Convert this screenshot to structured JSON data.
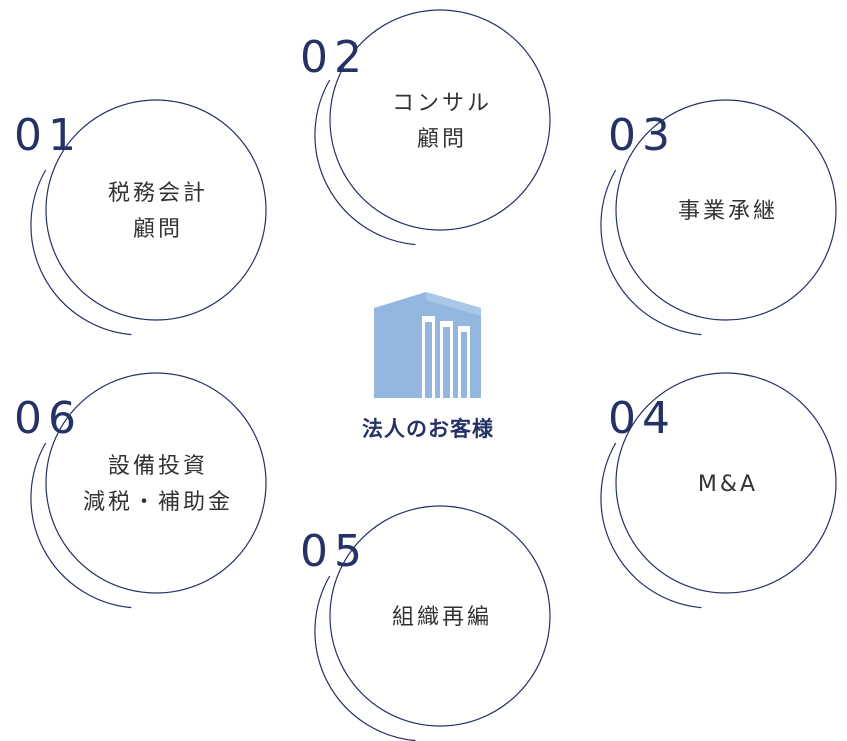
{
  "colors": {
    "ring": "#263266",
    "number": "#263266",
    "label": "#333333",
    "building": "#93B7DF"
  },
  "center": {
    "icon": "building-icon",
    "label": "法人のお客様"
  },
  "services": [
    {
      "number": "01",
      "lines": [
        "税務会計",
        "顧問"
      ]
    },
    {
      "number": "02",
      "lines": [
        "コンサル",
        "顧問"
      ]
    },
    {
      "number": "03",
      "lines": [
        "事業承継"
      ]
    },
    {
      "number": "04",
      "lines": [
        "M&A"
      ]
    },
    {
      "number": "05",
      "lines": [
        "組織再編"
      ]
    },
    {
      "number": "06",
      "lines": [
        "設備投資",
        "減税・補助金"
      ]
    }
  ]
}
